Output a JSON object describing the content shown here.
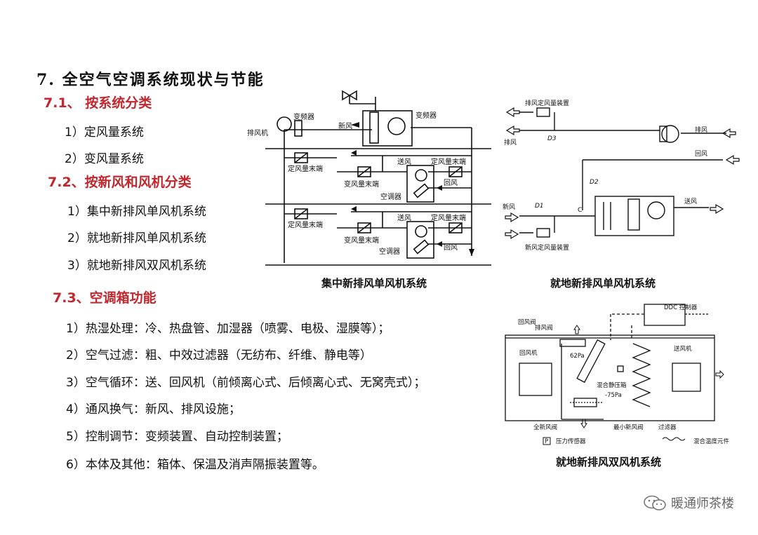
{
  "title": "7. 全空气空调系统现状与节能",
  "s71": {
    "heading": "7.1、 按系统分类",
    "items": [
      "1）定风量系统",
      "2）变风量系统"
    ]
  },
  "s72": {
    "heading": "7.2、按新风和风机分类",
    "items": [
      "1）集中新排风单风机系统",
      "2）就地新排风单风机系统",
      "3）就地新排风双风机系统"
    ]
  },
  "s73": {
    "heading": "7.3、空调箱功能",
    "items": [
      "1）热湿处理：冷、热盘管、加湿器（喷雾、电极、湿膜等）；",
      "2）空气过滤：粗、中效过滤器（无纺布、纤维、静电等）",
      "3）空气循环：送、回风机（前倾离心式、后倾离心式、无窝壳式）；",
      "4）通风换气：新风、排风设施；",
      "5）控制调节：变频装置、自动控制装置；",
      "6）本体及其他：箱体、保温及消声隔振装置等。"
    ]
  },
  "diagram1": {
    "caption": "集中新排风单风机系统",
    "labels": {
      "vfd_left": "变频器",
      "vfd_right": "变频器",
      "exhaust_fan": "排风机",
      "fresh_air": "新风",
      "cav_terminal": "定风量末端",
      "vav_terminal": "变风量末端",
      "supply_air": "送风",
      "return_air": "回风",
      "ahu": "空调器"
    }
  },
  "diagram2": {
    "caption": "就地新排风单风机系统",
    "labels": {
      "exhaust_cav": "排风定风量装置",
      "exhaust": "排风",
      "return": "回风",
      "supply": "送风",
      "fresh": "新风",
      "fresh_cav": "新风定风量装置",
      "d1": "D1",
      "d2": "D2",
      "d3": "D3",
      "c": "C"
    }
  },
  "diagram3": {
    "caption": "就地新排风双风机系统",
    "labels": {
      "ddc": "DDC 控制器",
      "return_damper": "回风阀",
      "exhaust_damper": "排风阀",
      "return_fan": "回风机",
      "supply_fan": "送风机",
      "p62": "62Pa",
      "mix_box": "混合静压箱",
      "p75": "-75Pa",
      "full_fresh_damper": "全新风阀",
      "min_fresh_damper": "最小新风阀",
      "filter": "过滤器",
      "p_mark": "P",
      "pressure_sensor": "压力传感器",
      "temp_element": "混合温度元件"
    }
  },
  "watermark": "暖通师茶楼"
}
